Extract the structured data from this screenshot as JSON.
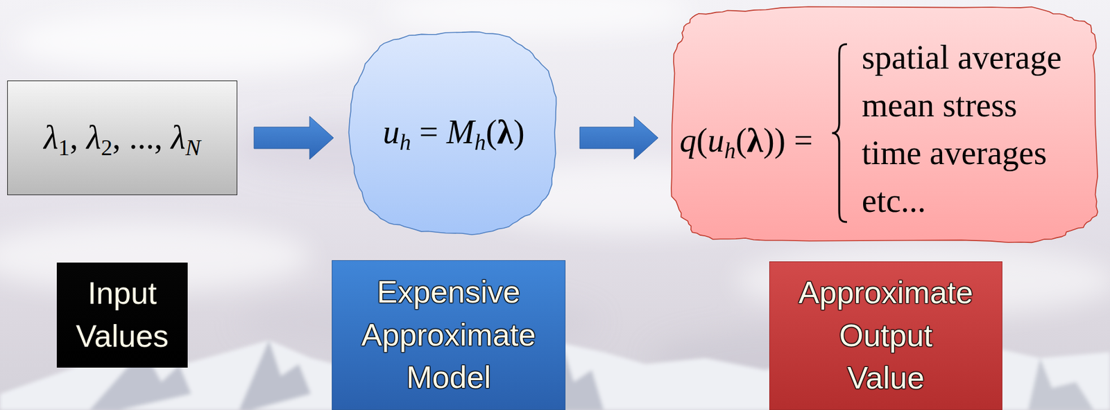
{
  "diagram": {
    "nodes": [
      {
        "text": [
          "λ1, λ2, ..., λN"
        ]
      },
      {
        "text": [
          "uh = Mh(λ)"
        ]
      },
      {
        "text": [
          "q(uh(λ)) =",
          "spatial average",
          "mean stress",
          "time averages",
          "etc..."
        ]
      },
      {
        "text": [
          "Input Values"
        ]
      },
      {
        "text": [
          "Expensive Approximate Model"
        ]
      },
      {
        "text": [
          "Approximate Output Value"
        ]
      }
    ],
    "edges": [
      {
        "from": 0,
        "to": 1,
        "arrow": "to"
      },
      {
        "from": 1,
        "to": 2,
        "arrow": "to"
      }
    ]
  }
}
